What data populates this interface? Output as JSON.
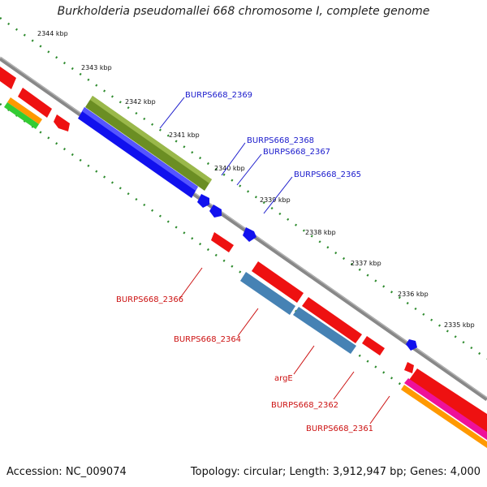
{
  "title": "Burkholderia pseudomallei 668 chromosome I, complete genome",
  "footer": {
    "accession": "Accession: NC_009074",
    "summary": "Topology: circular; Length: 3,912,947 bp; Genes: 4,000"
  },
  "ticks": [
    "2344 kbp",
    "2343 kbp",
    "2342 kbp",
    "2341 kbp",
    "2340 kbp",
    "2339 kbp",
    "2338 kbp",
    "2337 kbp",
    "2336 kbp",
    "2335 kbp"
  ],
  "gene_labels": {
    "forward": [
      "BURPS668_2369",
      "BURPS668_2368",
      "BURPS668_2367",
      "BURPS668_2365"
    ],
    "reverse": [
      "BURPS668_2366",
      "BURPS668_2364",
      "argE",
      "BURPS668_2362",
      "BURPS668_2361"
    ]
  },
  "colors": {
    "forward_label": "#1a1acc",
    "reverse_label": "#cc1111",
    "cds_red": "#ee1111",
    "cds_blue": "#1111ee",
    "olive": "#6b8e23",
    "steel_blue": "#4682b4",
    "orange": "#ff9900",
    "green": "#33cc33",
    "magenta": "#ee1199",
    "tick_green": "#2e8b2e",
    "backbone": "#888888"
  }
}
